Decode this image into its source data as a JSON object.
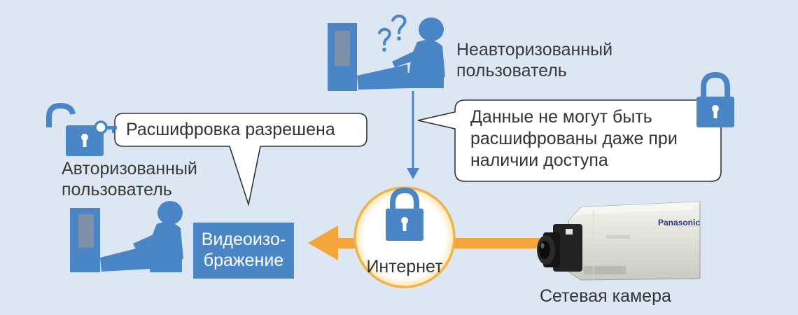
{
  "unauthorized_user": {
    "line1": "Неавторизованный",
    "line2": "пользователь"
  },
  "authorized_user": {
    "line1": "Авторизованный",
    "line2": "пользователь"
  },
  "callout_decryption_allowed": {
    "text": "Расшифровка разрешена"
  },
  "callout_cannot_decrypt": {
    "line1": "Данные не могут быть",
    "line2": "расшифрованы даже при",
    "line3": "наличии доступа"
  },
  "video_box": {
    "line1": "Видеоизо-",
    "line2": "бражение"
  },
  "internet_label": "Интернет",
  "camera_label": "Сетевая камера",
  "camera_brand": "Panasonic",
  "colors": {
    "background": "#dde6f3",
    "accent_blue": "#4a86c5",
    "arrow_orange": "#f3a43a",
    "callout_fill": "#ffffff",
    "text": "#3a3a3a"
  }
}
